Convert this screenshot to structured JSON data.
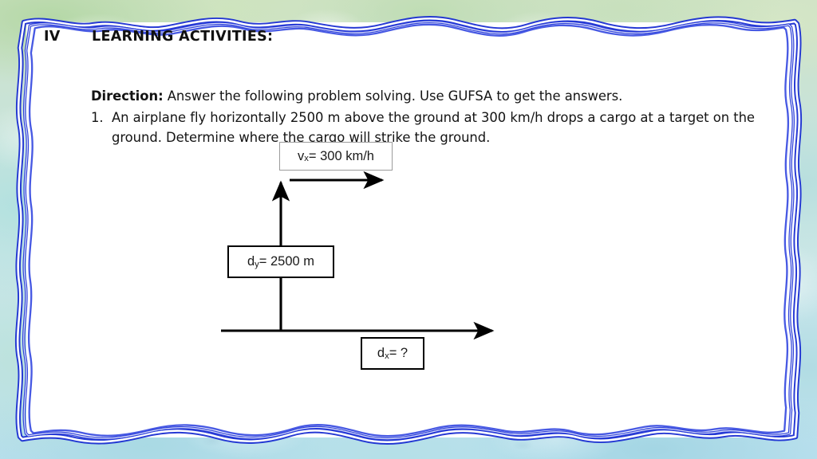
{
  "slide": {
    "heading": {
      "numeral": "IV",
      "title": "LEARNING ACTIVITIES:"
    },
    "direction": {
      "label": "Direction:",
      "text": " Answer the following problem solving. Use GUFSA to get the answers."
    },
    "problems": [
      {
        "number": "1.",
        "text": "An airplane fly horizontally 2500 m above the ground at 300 km/h drops a cargo at a target on the ground. Determine where the cargo will strike the ground."
      }
    ],
    "diagram": {
      "labels": {
        "velocity_x": {
          "symbol": "v",
          "subscript": "x",
          "value": "= 300 km/h"
        },
        "distance_y": {
          "symbol": "d",
          "subscript": "y",
          "value": "= 2500 m"
        },
        "distance_x": {
          "symbol": "d",
          "subscript": "x",
          "value": "= ?"
        }
      },
      "arrows": {
        "vertical_up": "height-arrow",
        "horizontal_top": "velocity-arrow",
        "horizontal_ground": "ground-axis-arrow"
      }
    },
    "colors": {
      "frame_blue_dark": "#1a2ed2",
      "frame_blue_mid": "#4a5ce8",
      "panel_white": "#ffffff",
      "ink": "#141414",
      "box_border_gray": "#9c9c9c",
      "box_border_black": "#000000"
    }
  }
}
